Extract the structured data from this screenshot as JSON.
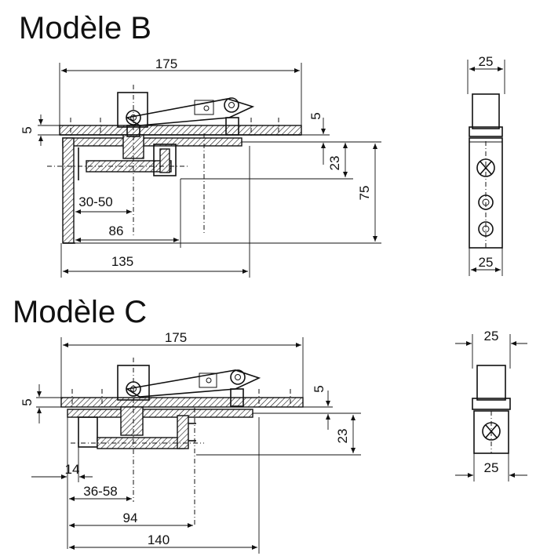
{
  "model_b": {
    "title": "Modèle B",
    "dims": {
      "width_top": "175",
      "plate": "5",
      "gap": "5",
      "depth": "23",
      "height": "75",
      "range": "30-50",
      "axis": "86",
      "length": "135",
      "side_top": "25",
      "side_bottom": "25"
    }
  },
  "model_c": {
    "title": "Modèle C",
    "dims": {
      "width_top": "175",
      "plate": "5",
      "gap": "5",
      "depth": "23",
      "offset": "14",
      "range": "36-58",
      "axis": "94",
      "length": "140",
      "side_top": "25",
      "side_bottom": "25"
    }
  }
}
